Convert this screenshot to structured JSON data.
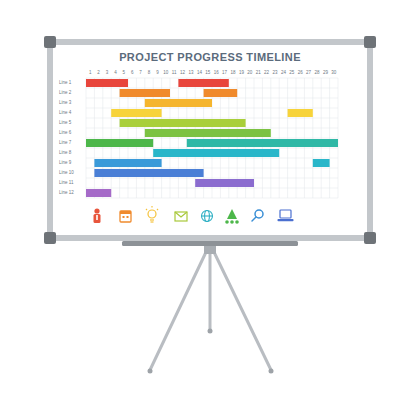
{
  "diagram": {
    "title": "PROJECT PROGRESS TIMELINE",
    "labels": [
      "1",
      "2",
      "3",
      "4",
      "5",
      "6",
      "7",
      "8",
      "9",
      "10",
      "11",
      "12",
      "13",
      "14",
      "15",
      "16",
      "17",
      "18",
      "19",
      "20",
      "21",
      "22",
      "23",
      "24",
      "25",
      "26",
      "27",
      "28",
      "29",
      "30",
      "Line 1",
      "Line 2",
      "Line 3",
      "Line 4",
      "Line 5",
      "Line 6",
      "Line 7",
      "Line 8",
      "Line 9",
      "Line 10",
      "Line 11",
      "Line 12"
    ]
  }
}
